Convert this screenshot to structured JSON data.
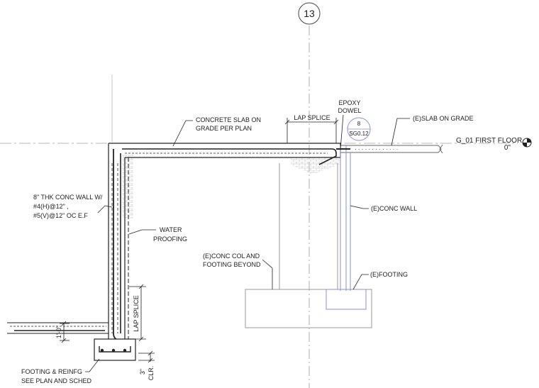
{
  "grid": {
    "bubble": "13"
  },
  "level": {
    "name": "G_01 FIRST FLOOR",
    "elevation": "0\""
  },
  "labels": {
    "slab": [
      "CONCRETE SLAB ON",
      "GRADE PER PLAN"
    ],
    "lap_top": "LAP SPLICE",
    "epoxy": [
      "EPOXY",
      "DOWEL"
    ],
    "ex_slab": "(E)SLAB ON GRADE",
    "wall": [
      "8\" THK CONC WALL W/",
      "#4(H)@12\" ,",
      "#5(V)@12\" OC E.F"
    ],
    "waterproof": [
      "WATER",
      "PROOFING"
    ],
    "ex_wall": "(E)CONC WALL",
    "ex_col": [
      "(E)CONC COL AND",
      "FOOTING BEYOND"
    ],
    "ex_footing": "(E)FOOTING",
    "lap_vertical": "LAP SPLICE",
    "dim_1ft": "1'-0\"",
    "clr": [
      "3\"",
      "CLR."
    ],
    "footing": [
      "FOOTING & REINFG",
      "SEE PLAN AND SCHED"
    ]
  },
  "section_tag": {
    "number": "8",
    "sheet": "SG0.12"
  },
  "colors": {
    "line": "#222222",
    "existing": "#8a8fd8",
    "hatch": "#b5b5b5",
    "grid": "#9a9a9a"
  }
}
